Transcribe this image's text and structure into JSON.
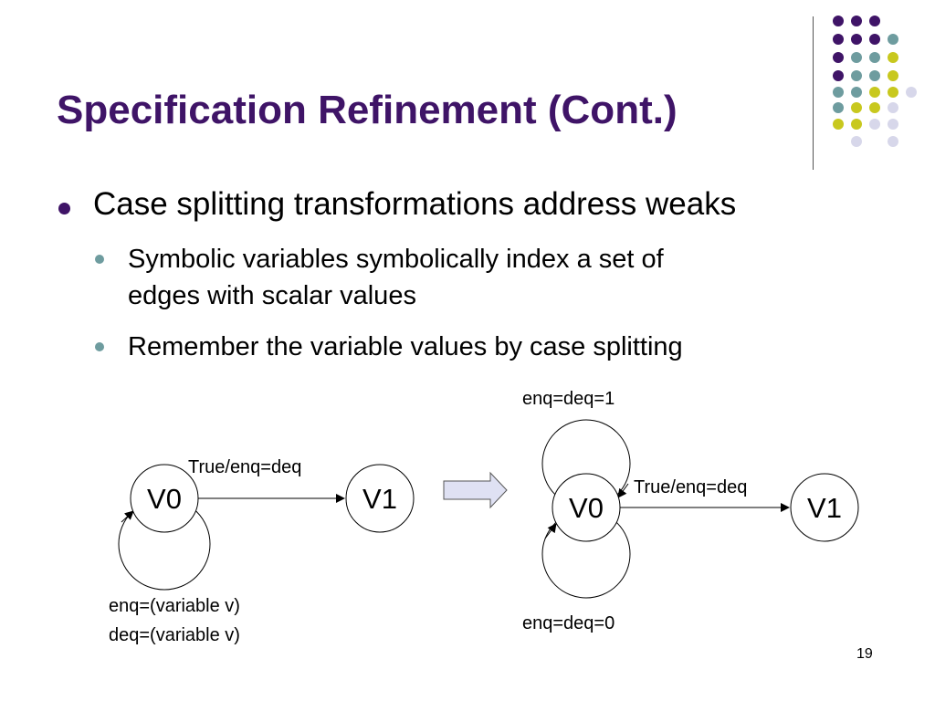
{
  "title": "Specification Refinement (Cont.)",
  "bullets": {
    "main": "Case splitting transformations address weaks",
    "sub1_line1": "Symbolic variables symbolically index a set of",
    "sub1_line2": "edges with scalar values",
    "sub2": "Remember the variable values by case splitting"
  },
  "left_diagram": {
    "node_v0": "V0",
    "node_v1": "V1",
    "edge_label": "True/enq=deq",
    "loop_label_line1": "enq=(variable v)",
    "loop_label_line2": "deq=(variable v)"
  },
  "right_diagram": {
    "node_v0": "V0",
    "node_v1": "V1",
    "edge_label": "True/enq=deq",
    "top_loop_label": "enq=deq=1",
    "bottom_loop_label": "enq=deq=0"
  },
  "slide_number": "19",
  "colors": {
    "title": "#3f1467",
    "dot_purple": "#3f1467",
    "dot_teal": "#6e9c9f",
    "dot_yellow": "#c8c81e",
    "dot_lavender": "#d7d7ea",
    "arrow_fill": "#dfe1f3"
  }
}
